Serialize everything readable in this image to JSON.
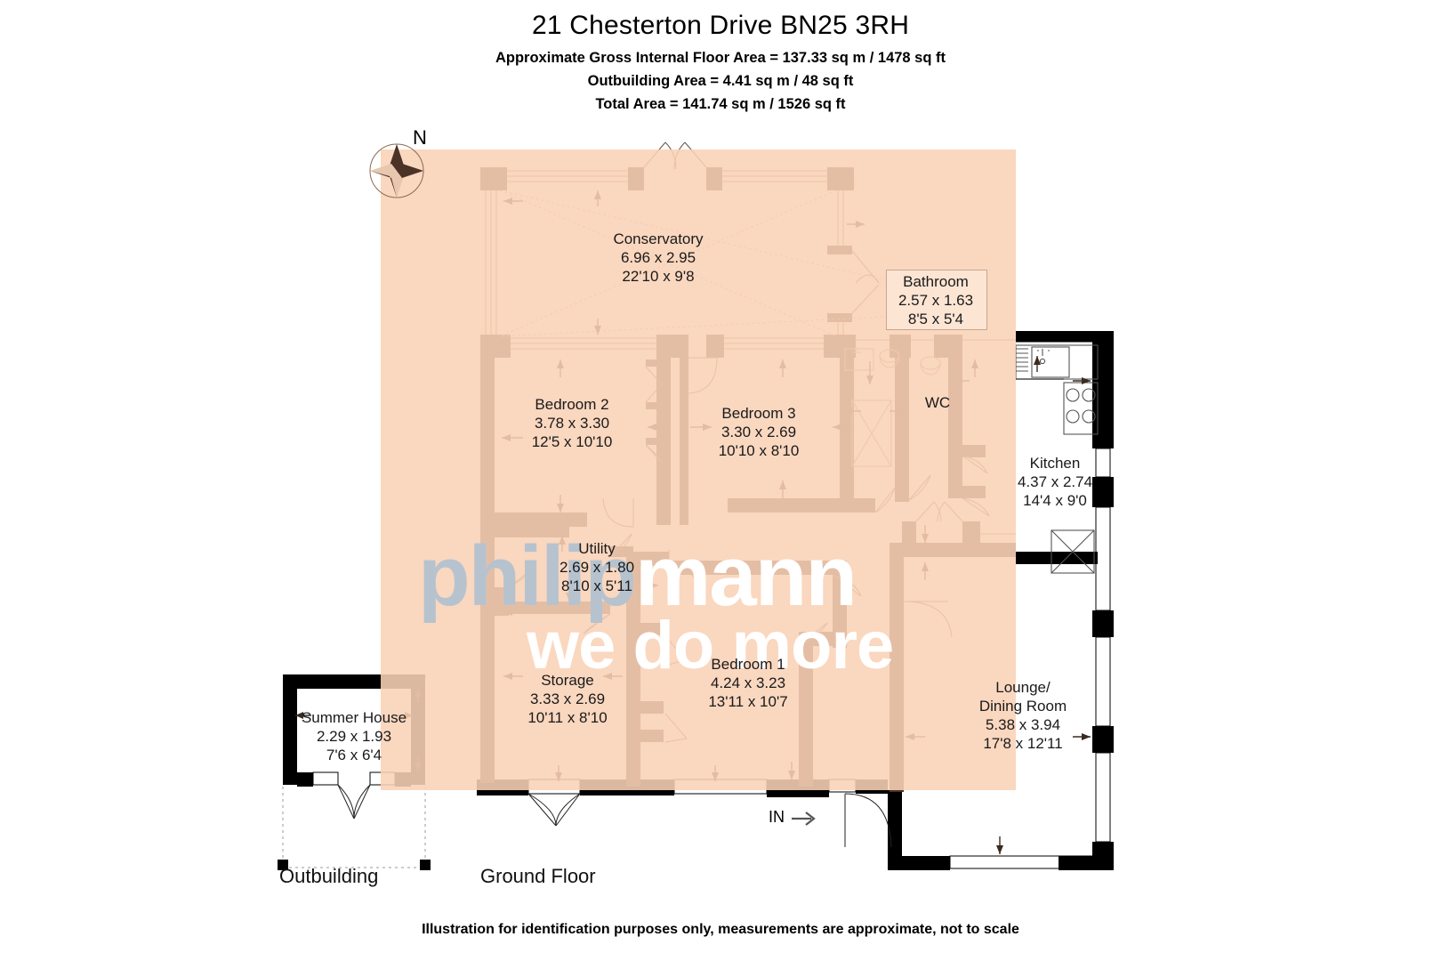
{
  "header": {
    "title": "21 Chesterton Drive BN25 3RH",
    "line1": "Approximate Gross Internal Floor Area = 137.33 sq m / 1478 sq ft",
    "line2": "Outbuilding Area = 4.41 sq m / 48 sq ft",
    "line3": "Total Area = 141.74 sq m / 1526 sq ft"
  },
  "footer": {
    "disclaimer": "Illustration for identification purposes only, measurements are approximate, not to scale"
  },
  "compass": {
    "north_label": "N"
  },
  "entrance": {
    "label": "IN"
  },
  "sections": {
    "ground_floor": "Ground Floor",
    "outbuilding": "Outbuilding"
  },
  "watermark": {
    "brand_part1": "philip",
    "brand_part2": "mann",
    "tagline": "we do more"
  },
  "colors": {
    "overlay_pink": "#f9d2b6",
    "wall_black": "#000000",
    "wall_brown": "#4a3227",
    "watermark_grey": "#b6c3cf",
    "watermark_white": "#ffffff"
  },
  "rooms": [
    {
      "name": "Conservatory",
      "metric": "6.96 x 2.95",
      "imperial": "22'10 x 9'8"
    },
    {
      "name": "Bathroom",
      "metric": "2.57 x 1.63",
      "imperial": "8'5 x 5'4"
    },
    {
      "name": "Bedroom 2",
      "metric": "3.78 x 3.30",
      "imperial": "12'5 x 10'10"
    },
    {
      "name": "Bedroom 3",
      "metric": "3.30 x 2.69",
      "imperial": "10'10 x 8'10"
    },
    {
      "name": "WC",
      "metric": "",
      "imperial": ""
    },
    {
      "name": "Kitchen",
      "metric": "4.37 x 2.74",
      "imperial": "14'4 x 9'0"
    },
    {
      "name": "Utility",
      "metric": "2.69 x 1.80",
      "imperial": "8'10 x 5'11"
    },
    {
      "name": "Storage",
      "metric": "3.33 x 2.69",
      "imperial": "10'11 x 8'10"
    },
    {
      "name": "Bedroom 1",
      "metric": "4.24 x 3.23",
      "imperial": "13'11 x 10'7"
    },
    {
      "name": "Lounge/\nDining Room",
      "metric": "5.38 x 3.94",
      "imperial": "17'8 x 12'11"
    },
    {
      "name": "Summer House",
      "metric": "2.29 x 1.93",
      "imperial": "7'6 x 6'4"
    }
  ],
  "room_labels": {
    "conservatory_name": "Conservatory",
    "conservatory_metric": "6.96 x 2.95",
    "conservatory_imperial": "22'10 x 9'8",
    "bathroom_name": "Bathroom",
    "bathroom_metric": "2.57 x 1.63",
    "bathroom_imperial": "8'5 x 5'4",
    "bedroom2_name": "Bedroom 2",
    "bedroom2_metric": "3.78 x 3.30",
    "bedroom2_imperial": "12'5 x 10'10",
    "bedroom3_name": "Bedroom 3",
    "bedroom3_metric": "3.30 x 2.69",
    "bedroom3_imperial": "10'10 x 8'10",
    "wc_name": "WC",
    "kitchen_name": "Kitchen",
    "kitchen_metric": "4.37 x 2.74",
    "kitchen_imperial": "14'4 x 9'0",
    "utility_name": "Utility",
    "utility_metric": "2.69 x 1.80",
    "utility_imperial": "8'10 x 5'11",
    "storage_name": "Storage",
    "storage_metric": "3.33 x 2.69",
    "storage_imperial": "10'11 x 8'10",
    "bedroom1_name": "Bedroom 1",
    "bedroom1_metric": "4.24 x 3.23",
    "bedroom1_imperial": "13'11 x 10'7",
    "lounge_name1": "Lounge/",
    "lounge_name2": "Dining Room",
    "lounge_metric": "5.38 x 3.94",
    "lounge_imperial": "17'8 x 12'11",
    "summerhouse_name": "Summer House",
    "summerhouse_metric": "2.29 x 1.93",
    "summerhouse_imperial": "7'6 x 6'4"
  }
}
